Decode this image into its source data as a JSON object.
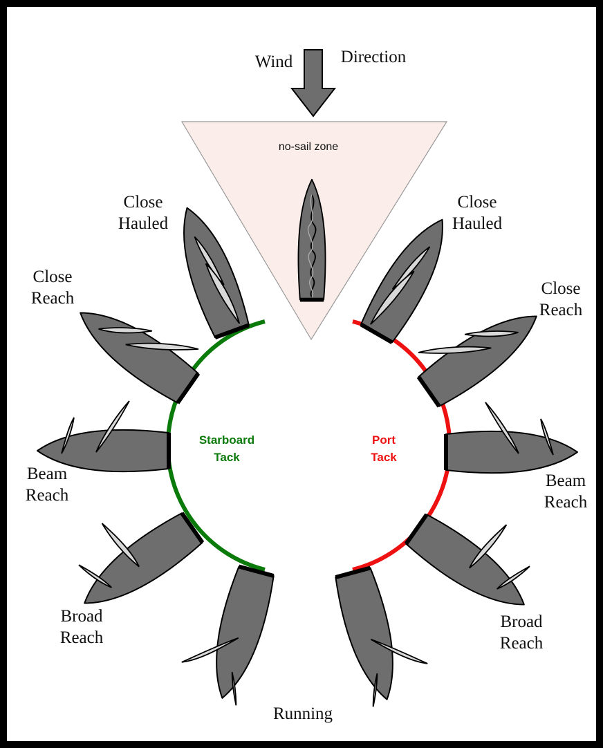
{
  "wind": {
    "word1": "Wind",
    "word2": "Direction"
  },
  "no_sail_zone": {
    "label": "no-sail zone"
  },
  "tacks": {
    "starboard": {
      "line1": "Starboard",
      "line2": "Tack",
      "color": "#0a7a0a"
    },
    "port": {
      "line1": "Port",
      "line2": "Tack",
      "color": "#ee1111"
    }
  },
  "points_of_sail": {
    "left": [
      {
        "id": "close-hauled",
        "line1": "Close",
        "line2": "Hauled"
      },
      {
        "id": "close-reach",
        "line1": "Close",
        "line2": "Reach"
      },
      {
        "id": "beam-reach",
        "line1": "Beam",
        "line2": "Reach"
      },
      {
        "id": "broad-reach",
        "line1": "Broad",
        "line2": "Reach"
      }
    ],
    "right": [
      {
        "id": "close-hauled",
        "line1": "Close",
        "line2": "Hauled"
      },
      {
        "id": "close-reach",
        "line1": "Close",
        "line2": "Reach"
      },
      {
        "id": "beam-reach",
        "line1": "Beam",
        "line2": "Reach"
      },
      {
        "id": "broad-reach",
        "line1": "Broad",
        "line2": "Reach"
      }
    ],
    "running": {
      "label": "Running"
    }
  },
  "colors": {
    "hull": "#6e6e6e",
    "sail": "#d8d8d8",
    "arrow": "#6e6e6e",
    "no_sail_fill": "#fbeeea"
  },
  "icons": {
    "wind_arrow": "down-arrow-icon",
    "boat": "sailboat-icon"
  }
}
